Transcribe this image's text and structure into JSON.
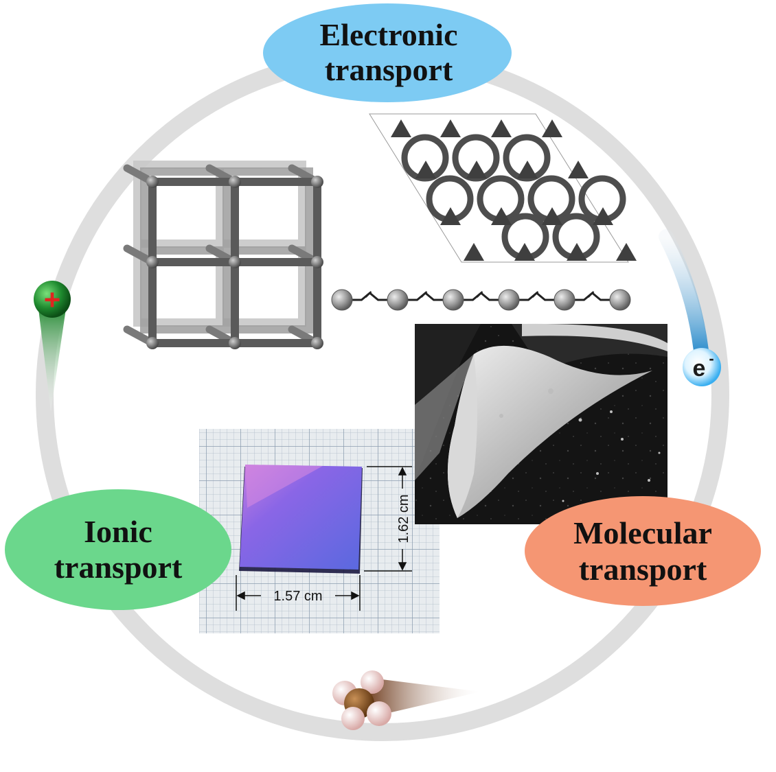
{
  "labels": {
    "electronic_line1": "Electronic",
    "electronic_line2": "transport",
    "ionic_line1": "Ionic",
    "ionic_line2": "transport",
    "molecular_line1": "Molecular",
    "molecular_line2": "transport"
  },
  "sample": {
    "width_label": "1.57 cm",
    "height_label": "1.62 cm"
  },
  "particles": {
    "electron_symbol": "e",
    "electron_superscript": "-",
    "cation_symbol": "+"
  },
  "colors": {
    "electronic_bubble": "#7dcbf3",
    "ionic_bubble": "#6bd78c",
    "molecular_bubble": "#f59673",
    "ring": "#dedede",
    "framework": "#5a5a5a",
    "film": "#7a6ae6",
    "sem_background": "#1a1a1a"
  },
  "icons": {
    "cube": "cubic-framework-icon",
    "hexagonal": "hexagonal-framework-icon",
    "chain": "linear-chain-icon",
    "electron": "electron-icon",
    "cation": "cation-icon",
    "molecule": "methane-molecule-icon"
  }
}
